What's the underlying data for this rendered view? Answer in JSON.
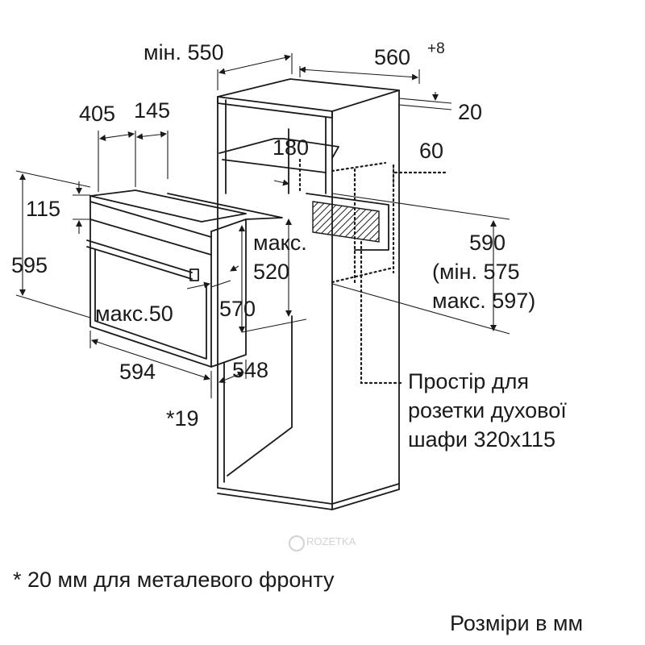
{
  "labels": {
    "min_550": "мін. 550",
    "w_560": "560",
    "w_560_tol": "+8",
    "d_20": "20",
    "d_405": "405",
    "d_145": "145",
    "d_180": "180",
    "d_60": "60",
    "d_115": "115",
    "d_595": "595",
    "max_word": "макс.",
    "d_520": "520",
    "d_590": "590",
    "min_575": "(мін. 575",
    "max_597": "макс. 597)",
    "max_50": "макс.50",
    "d_570": "570",
    "d_594": "594",
    "d_548": "548",
    "d_19": "*19",
    "socket_line1": "Простір для",
    "socket_line2": "розетки духової",
    "socket_line3": "шафи 320x115",
    "footnote": "* 20 мм для металевого фронту",
    "units": "Розміри в мм"
  },
  "watermark": {
    "text": "ROZETKA"
  },
  "colors": {
    "line": "#1a1a1a",
    "background": "#ffffff",
    "watermark": "#c8c8c8"
  }
}
